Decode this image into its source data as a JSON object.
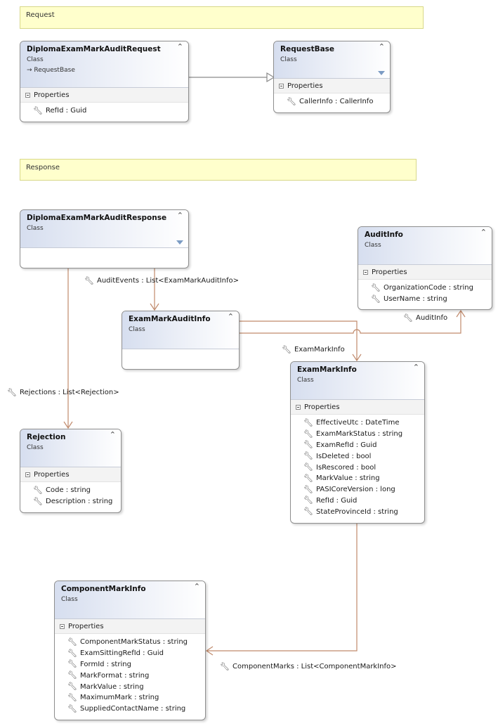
{
  "notes": {
    "request": "Request",
    "response": "Response"
  },
  "icons": {
    "collapse": "chevron-up-icon",
    "filter": "filter-icon",
    "property": "wrench-icon",
    "section_toggle": "minus-box-icon"
  },
  "colors": {
    "connector": "#c08a6c",
    "note_bg": "#ffffcc",
    "header_gradient": "#d6deef"
  },
  "classes": {
    "request": {
      "name": "DiplomaExamMarkAuditRequest",
      "kind": "Class",
      "base": "→ RequestBase",
      "section": "Properties",
      "properties": [
        "RefId : Guid"
      ]
    },
    "request_base": {
      "name": "RequestBase",
      "kind": "Class",
      "section": "Properties",
      "properties": [
        "CallerInfo : CallerInfo"
      ]
    },
    "response": {
      "name": "DiplomaExamMarkAuditResponse",
      "kind": "Class"
    },
    "audit_info": {
      "name": "AuditInfo",
      "kind": "Class",
      "section": "Properties",
      "properties": [
        "OrganizationCode : string",
        "UserName : string"
      ]
    },
    "exam_mark_audit_info": {
      "name": "ExamMarkAuditInfo",
      "kind": "Class"
    },
    "exam_mark_info": {
      "name": "ExamMarkInfo",
      "kind": "Class",
      "section": "Properties",
      "properties": [
        "EffectiveUtc : DateTime",
        "ExamMarkStatus : string",
        "ExamRefId : Guid",
        "IsDeleted : bool",
        "IsRescored : bool",
        "MarkValue : string",
        "PASICoreVersion : long",
        "RefId : Guid",
        "StateProvinceId : string"
      ]
    },
    "rejection": {
      "name": "Rejection",
      "kind": "Class",
      "section": "Properties",
      "properties": [
        "Code : string",
        "Description : string"
      ]
    },
    "component_mark_info": {
      "name": "ComponentMarkInfo",
      "kind": "Class",
      "section": "Properties",
      "properties": [
        "ComponentMarkStatus : string",
        "ExamSittingRefId : Guid",
        "FormId : string",
        "MarkFormat : string",
        "MarkValue : string",
        "MaximumMark : string",
        "SuppliedContactName : string"
      ]
    }
  },
  "associations": {
    "audit_events": "AuditEvents : List<ExamMarkAuditInfo>",
    "audit_info": "AuditInfo",
    "exam_mark_info": "ExamMarkInfo",
    "rejections": "Rejections : List<Rejection>",
    "component_marks": "ComponentMarks : List<ComponentMarkInfo>"
  }
}
